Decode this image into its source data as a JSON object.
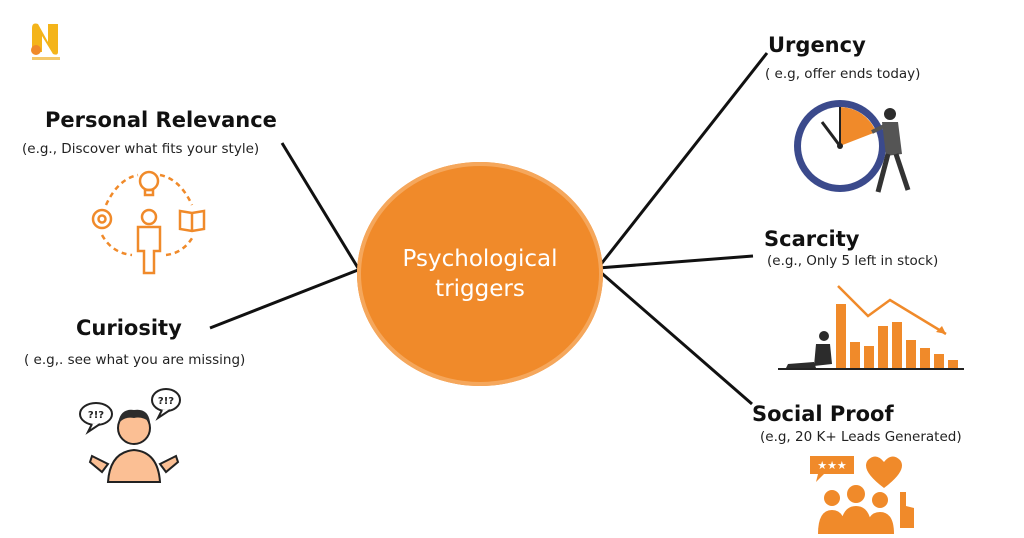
{
  "center": {
    "label_line1": "Psychological",
    "label_line2": "triggers"
  },
  "nodes": {
    "personal_relevance": {
      "title": "Personal Relevance",
      "example": "(e.g., Discover what fits your style)"
    },
    "curiosity": {
      "title": "Curiosity",
      "example": "( e.g,. see what you are missing)"
    },
    "urgency": {
      "title": "Urgency",
      "example": "( e.g, offer ends today)"
    },
    "scarcity": {
      "title": "Scarcity",
      "example": "(e.g., Only 5 left in stock)"
    },
    "social_proof": {
      "title": "Social Proof",
      "example": "(e.g, 20 K+ Leads Generated)"
    }
  },
  "icons": {
    "curiosity_bubble_left": "?!?",
    "curiosity_bubble_right": "?!?"
  },
  "colors": {
    "accent": "#f08a2a",
    "line": "#111111",
    "dark": "#222222",
    "blue": "#3b4a8c"
  }
}
